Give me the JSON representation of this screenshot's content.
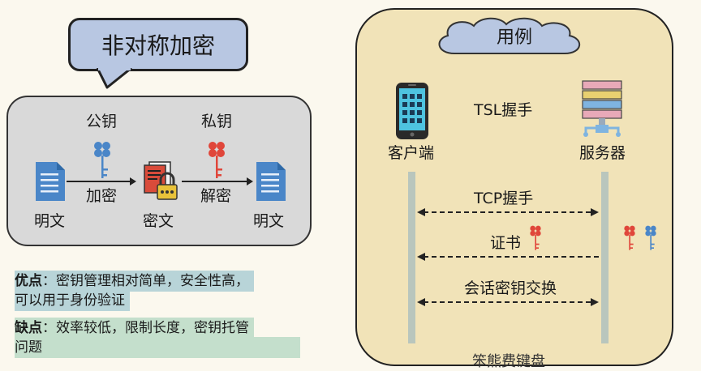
{
  "title": "非对称加密",
  "left": {
    "public_key_label": "公钥",
    "private_key_label": "私钥",
    "encrypt_label": "加密",
    "decrypt_label": "解密",
    "plaintext_left": "明文",
    "ciphertext": "密文",
    "plaintext_right": "明文"
  },
  "notes": {
    "pros_title": "优点",
    "pros_sep": "：",
    "pros_line1": "密钥管理相对简单，安全性高，",
    "pros_line2": "可以用于身份验证",
    "cons_title": "缺点",
    "cons_sep": "：",
    "cons_line1": "效率较低，限制长度，密钥托管",
    "cons_line2": "问题"
  },
  "right": {
    "cloud_label": "用例",
    "handshake_title": "TSL握手",
    "client_label": "客户端",
    "server_label": "服务器",
    "tcp_label": "TCP握手",
    "cert_label": "证书",
    "session_label": "会话密钥交换"
  },
  "watermark": "笨熊费键盘",
  "colors": {
    "public_key": "#4a86c8",
    "private_key": "#e0463a",
    "doc_blue": "#4a86c8",
    "bubble_fill": "#b8c7e2",
    "right_panel_fill": "#f1e3b8"
  }
}
